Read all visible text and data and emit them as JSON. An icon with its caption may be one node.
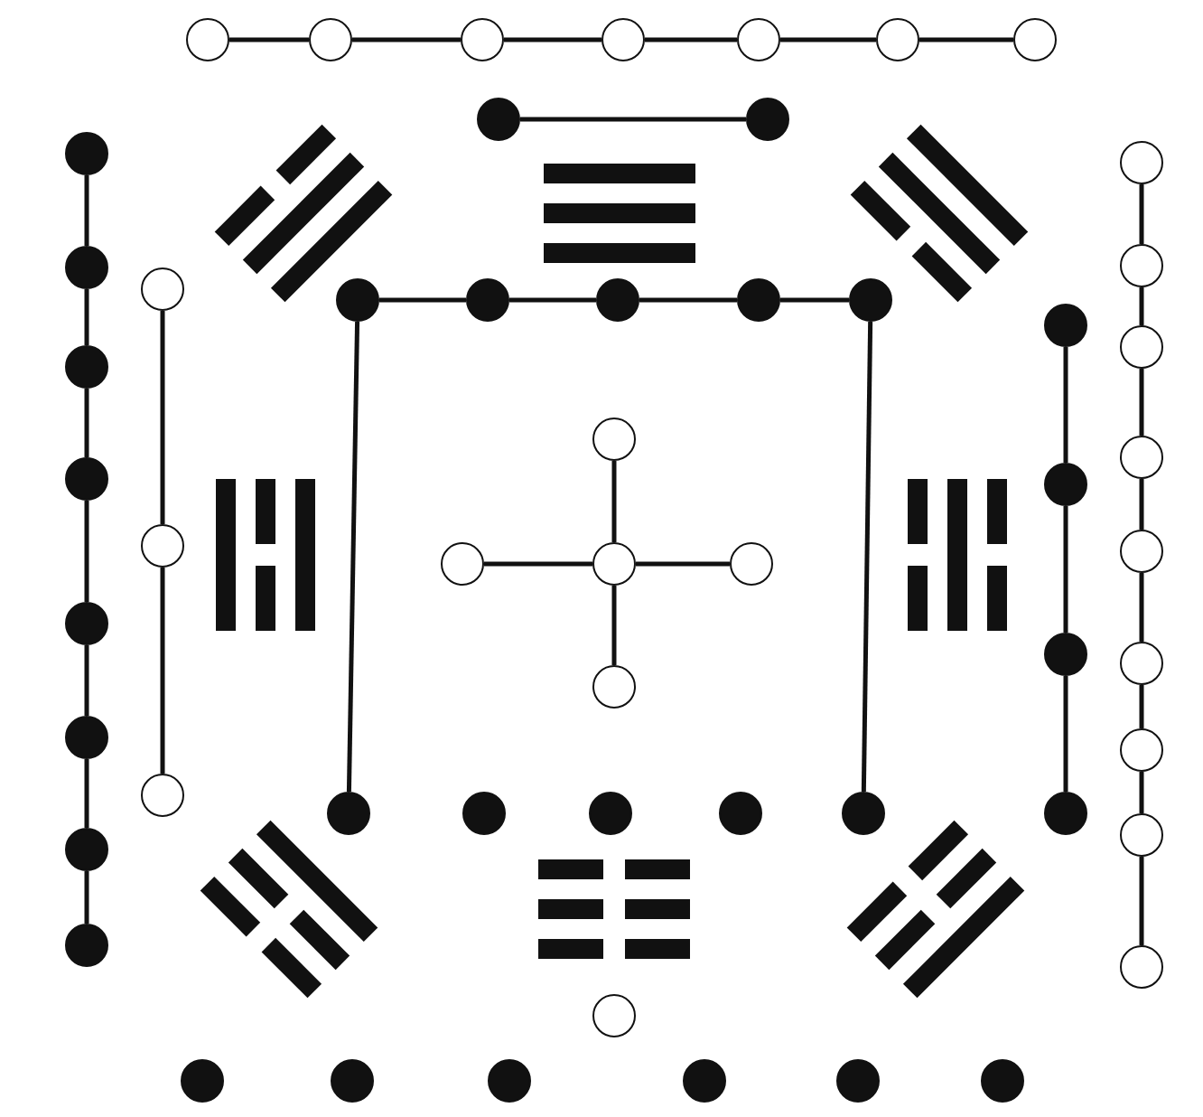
{
  "diagram": {
    "nodes": [
      {
        "text": [],
        "shape": "circle"
      },
      {
        "text": [],
        "shape": "circle"
      },
      {
        "text": [],
        "shape": "circle"
      },
      {
        "text": [],
        "shape": "circle"
      },
      {
        "text": [],
        "shape": "circle"
      },
      {
        "text": [],
        "shape": "circle"
      },
      {
        "text": [],
        "shape": "circle"
      },
      {
        "text": [],
        "shape": "circle"
      },
      {
        "text": [],
        "shape": "circle"
      },
      {
        "text": [],
        "shape": "circle"
      },
      {
        "text": [],
        "shape": "circle"
      },
      {
        "text": [],
        "shape": "circle"
      },
      {
        "text": [],
        "shape": "circle"
      },
      {
        "text": [],
        "shape": "circle"
      },
      {
        "text": [],
        "shape": "circle"
      },
      {
        "text": [],
        "shape": "circle"
      },
      {
        "text": [],
        "shape": "circle"
      },
      {
        "text": [],
        "shape": "circle"
      },
      {
        "text": [],
        "shape": "circle"
      },
      {
        "text": [],
        "shape": "circle"
      },
      {
        "text": [],
        "shape": "circle"
      },
      {
        "text": [],
        "shape": "circle"
      },
      {
        "text": [],
        "shape": "circle"
      },
      {
        "text": [],
        "shape": "circle"
      },
      {
        "text": [],
        "shape": "circle"
      },
      {
        "text": [],
        "shape": "circle"
      },
      {
        "text": [],
        "shape": "circle"
      },
      {
        "text": [],
        "shape": "circle"
      },
      {
        "text": [],
        "shape": "circle"
      },
      {
        "text": [],
        "shape": "circle"
      },
      {
        "text": [],
        "shape": "circle"
      },
      {
        "text": [],
        "shape": "circle"
      },
      {
        "text": [],
        "shape": "circle"
      },
      {
        "text": [],
        "shape": "circle"
      },
      {
        "text": [],
        "shape": "circle"
      },
      {
        "text": [],
        "shape": "circle"
      },
      {
        "text": [],
        "shape": "circle"
      },
      {
        "text": [],
        "shape": "circle"
      },
      {
        "text": [],
        "shape": "circle"
      },
      {
        "text": [],
        "shape": "circle"
      },
      {
        "text": [],
        "shape": "circle"
      },
      {
        "text": [],
        "shape": "circle"
      },
      {
        "text": [],
        "shape": "circle"
      },
      {
        "text": [],
        "shape": "circle"
      },
      {
        "text": [],
        "shape": "circle"
      },
      {
        "text": [],
        "shape": "circle"
      },
      {
        "text": [],
        "shape": "circle"
      },
      {
        "text": [],
        "shape": "circle"
      },
      {
        "text": [],
        "shape": "circle"
      },
      {
        "text": [],
        "shape": "circle"
      },
      {
        "text": [],
        "shape": "circle"
      },
      {
        "text": [],
        "shape": "circle"
      },
      {
        "text": [],
        "shape": "circle"
      },
      {
        "text": [],
        "shape": "circle"
      },
      {
        "text": [],
        "shape": "circle"
      }
    ],
    "edges": [
      {
        "from": 0,
        "to": 1,
        "arrow": "none"
      },
      {
        "from": 1,
        "to": 2,
        "arrow": "none"
      },
      {
        "from": 2,
        "to": 3,
        "arrow": "none"
      },
      {
        "from": 3,
        "to": 4,
        "arrow": "none"
      },
      {
        "from": 4,
        "to": 5,
        "arrow": "none"
      },
      {
        "from": 5,
        "to": 6,
        "arrow": "none"
      },
      {
        "from": 7,
        "to": 8,
        "arrow": "none"
      },
      {
        "from": 9,
        "to": 10,
        "arrow": "none"
      },
      {
        "from": 10,
        "to": 11,
        "arrow": "none"
      },
      {
        "from": 11,
        "to": 12,
        "arrow": "none"
      },
      {
        "from": 12,
        "to": 13,
        "arrow": "none"
      },
      {
        "from": 13,
        "to": 14,
        "arrow": "none"
      },
      {
        "from": 14,
        "to": 15,
        "arrow": "none"
      },
      {
        "from": 15,
        "to": 16,
        "arrow": "none"
      },
      {
        "from": 17,
        "to": 18,
        "arrow": "none"
      },
      {
        "from": 18,
        "to": 19,
        "arrow": "none"
      },
      {
        "from": 20,
        "to": 21,
        "arrow": "none"
      },
      {
        "from": 21,
        "to": 22,
        "arrow": "none"
      },
      {
        "from": 22,
        "to": 23,
        "arrow": "none"
      },
      {
        "from": 23,
        "to": 24,
        "arrow": "none"
      },
      {
        "from": 20,
        "to": 43,
        "arrow": "none"
      },
      {
        "from": 24,
        "to": 47,
        "arrow": "none"
      },
      {
        "from": 25,
        "to": 27,
        "arrow": "none"
      },
      {
        "from": 26,
        "to": 27,
        "arrow": "none"
      },
      {
        "from": 27,
        "to": 28,
        "arrow": "none"
      },
      {
        "from": 27,
        "to": 29,
        "arrow": "none"
      },
      {
        "from": 30,
        "to": 31,
        "arrow": "none"
      },
      {
        "from": 31,
        "to": 32,
        "arrow": "none"
      },
      {
        "from": 32,
        "to": 33,
        "arrow": "none"
      },
      {
        "from": 34,
        "to": 35,
        "arrow": "none"
      },
      {
        "from": 35,
        "to": 36,
        "arrow": "none"
      },
      {
        "from": 36,
        "to": 37,
        "arrow": "none"
      },
      {
        "from": 37,
        "to": 38,
        "arrow": "none"
      },
      {
        "from": 38,
        "to": 39,
        "arrow": "none"
      },
      {
        "from": 39,
        "to": 40,
        "arrow": "none"
      },
      {
        "from": 40,
        "to": 41,
        "arrow": "none"
      },
      {
        "from": 41,
        "to": 42,
        "arrow": "none"
      }
    ]
  }
}
